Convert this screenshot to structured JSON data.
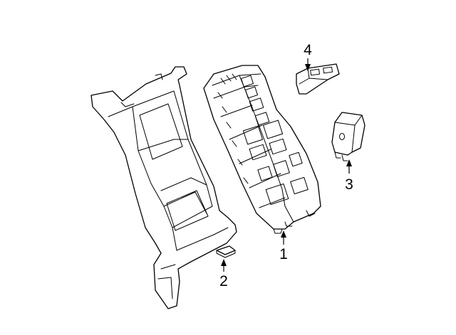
{
  "callouts": [
    {
      "id": "1",
      "label": "1"
    },
    {
      "id": "2",
      "label": "2"
    },
    {
      "id": "3",
      "label": "3"
    },
    {
      "id": "4",
      "label": "4"
    }
  ],
  "colors": {
    "line": "#000000",
    "background": "#ffffff"
  }
}
